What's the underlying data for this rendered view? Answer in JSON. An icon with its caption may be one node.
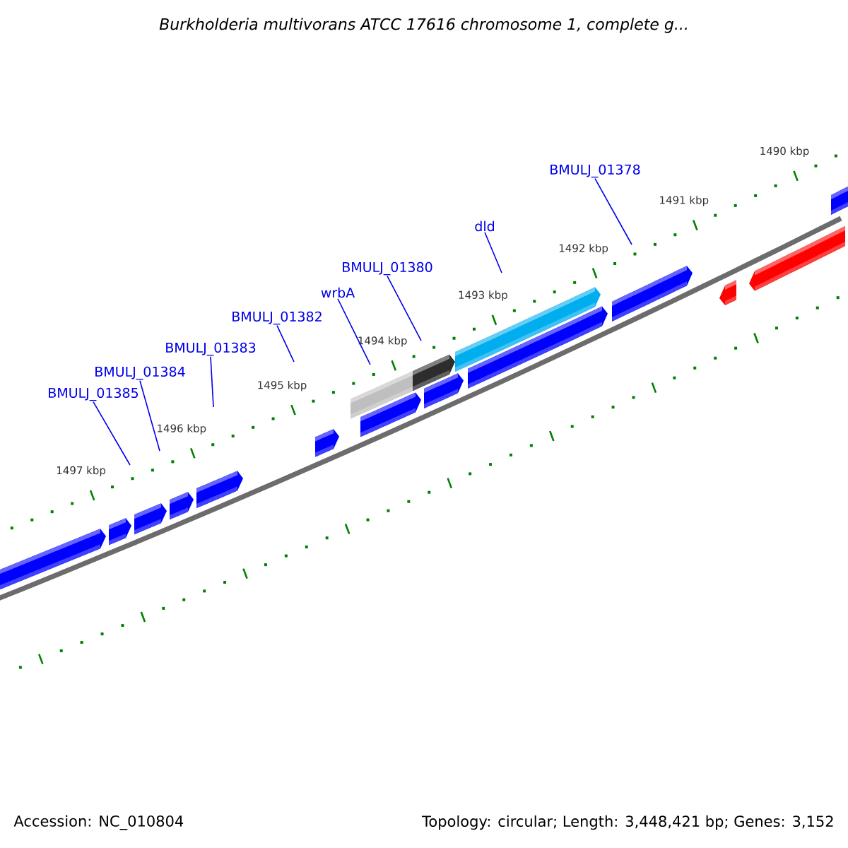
{
  "diagram": {
    "title": "Burkholderia multivorans ATCC 17616 chromosome 1, complete g...",
    "nodes": [
      {
        "text": [
          "BMULJ_01385"
        ]
      },
      {
        "text": [
          "BMULJ_01384"
        ]
      },
      {
        "text": [
          "BMULJ_01383"
        ]
      },
      {
        "text": [
          "BMULJ_01382"
        ]
      },
      {
        "text": [
          "wrbA"
        ]
      },
      {
        "text": [
          "BMULJ_01380"
        ]
      },
      {
        "text": [
          "dld"
        ]
      },
      {
        "text": [
          "BMULJ_01378"
        ]
      }
    ],
    "edges": [
      {
        "from": 0,
        "to": null,
        "arrow": "none"
      },
      {
        "from": 1,
        "to": null,
        "arrow": "none"
      },
      {
        "from": 2,
        "to": null,
        "arrow": "none"
      },
      {
        "from": 3,
        "to": null,
        "arrow": "none"
      },
      {
        "from": 4,
        "to": null,
        "arrow": "none"
      },
      {
        "from": 5,
        "to": null,
        "arrow": "none"
      },
      {
        "from": 6,
        "to": null,
        "arrow": "none"
      },
      {
        "from": 7,
        "to": null,
        "arrow": "none"
      }
    ],
    "labels": [
      "1490 kbp",
      "1491 kbp",
      "1492 kbp",
      "1493 kbp",
      "1494 kbp",
      "1495 kbp",
      "1496 kbp",
      "1497 kbp",
      "Accession: NC_010804",
      "Topology: circular; Length: 3,448,421 bp; Genes: 3,152"
    ]
  }
}
